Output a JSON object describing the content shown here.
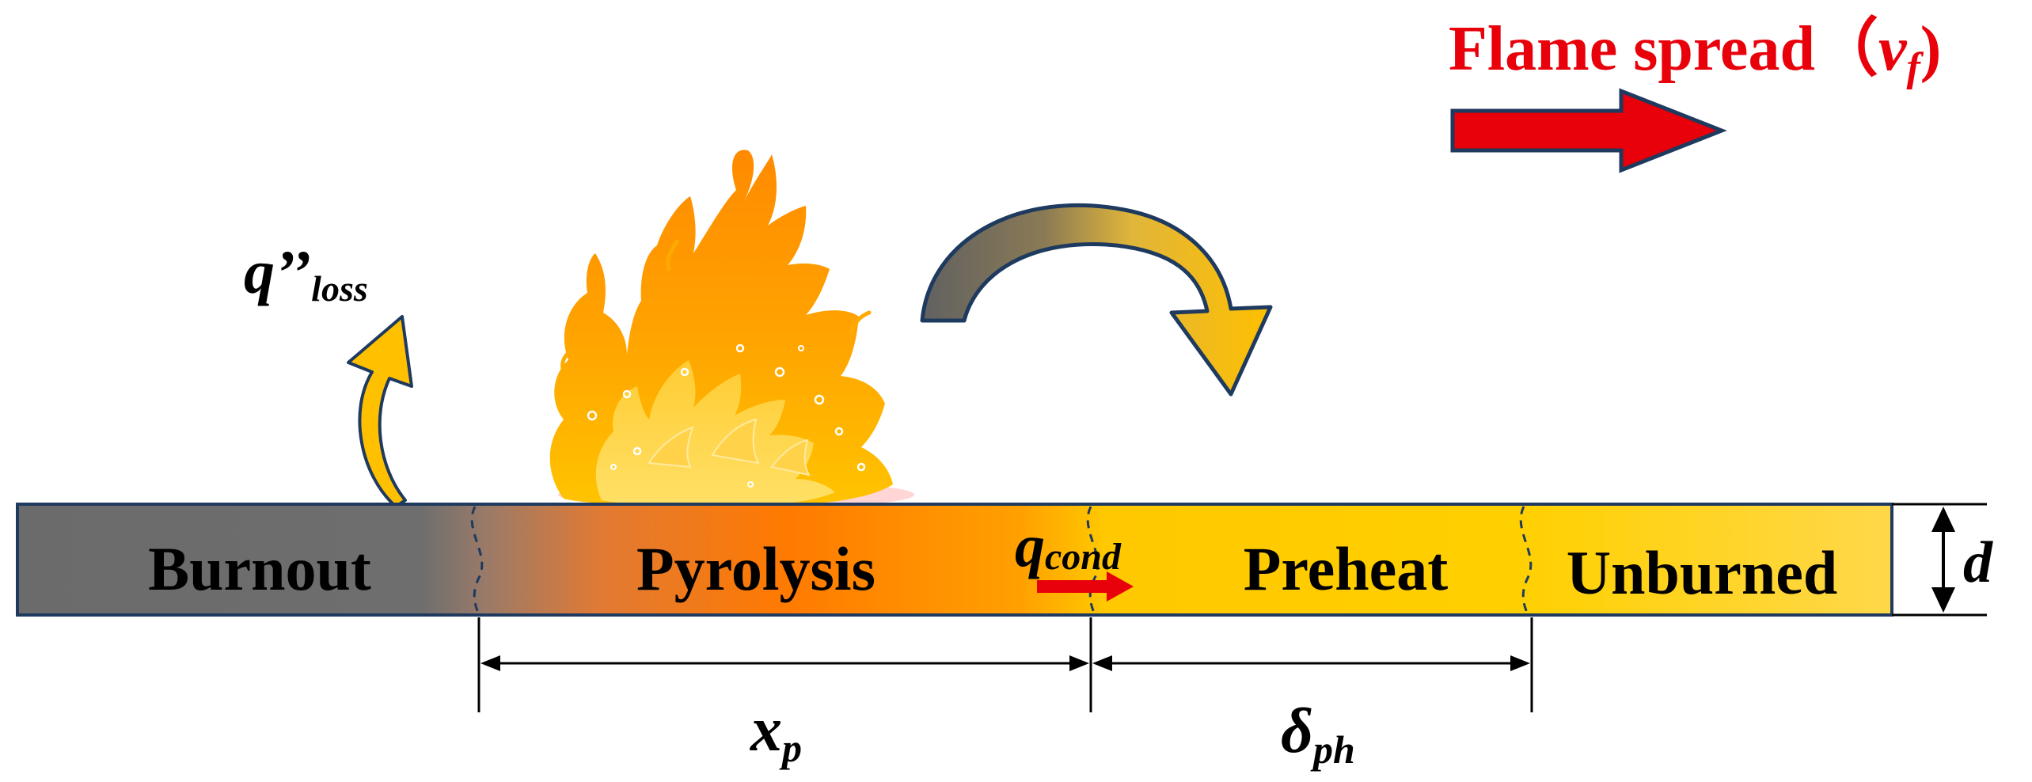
{
  "title": {
    "text": "Flame spread",
    "paren_open": "（",
    "symbol": "v",
    "subscript": "f",
    "paren_close": ")"
  },
  "zones": {
    "burnout": "Burnout",
    "pyrolysis": "Pyrolysis",
    "preheat": "Preheat",
    "unburned": "Unburned"
  },
  "heat_loss": {
    "symbol": "q’’",
    "subscript": "loss"
  },
  "conduction": {
    "symbol": "q",
    "subscript": "cond"
  },
  "dimensions": {
    "pyrolysis_length": {
      "symbol": "x",
      "subscript": "p"
    },
    "preheat_length": {
      "symbol": "δ",
      "subscript": "ph"
    },
    "thickness": {
      "symbol": "d"
    }
  },
  "colors": {
    "burnout": "#6b6b6b",
    "pyrolysis": "#ff8000",
    "preheat": "#ffc800",
    "unburned": "#ffd84a",
    "flame_spread": "#e8000b",
    "plate_border": "#1f3a5f",
    "arrow_gold": "#ffc000"
  },
  "icons": {
    "flame": "flame-icon",
    "radiation_arrow": "curved-arrow-icon",
    "loss_arrow": "curved-arrow-icon",
    "spread_arrow": "arrow-right-icon",
    "conduction_arrow": "arrow-right-icon"
  }
}
